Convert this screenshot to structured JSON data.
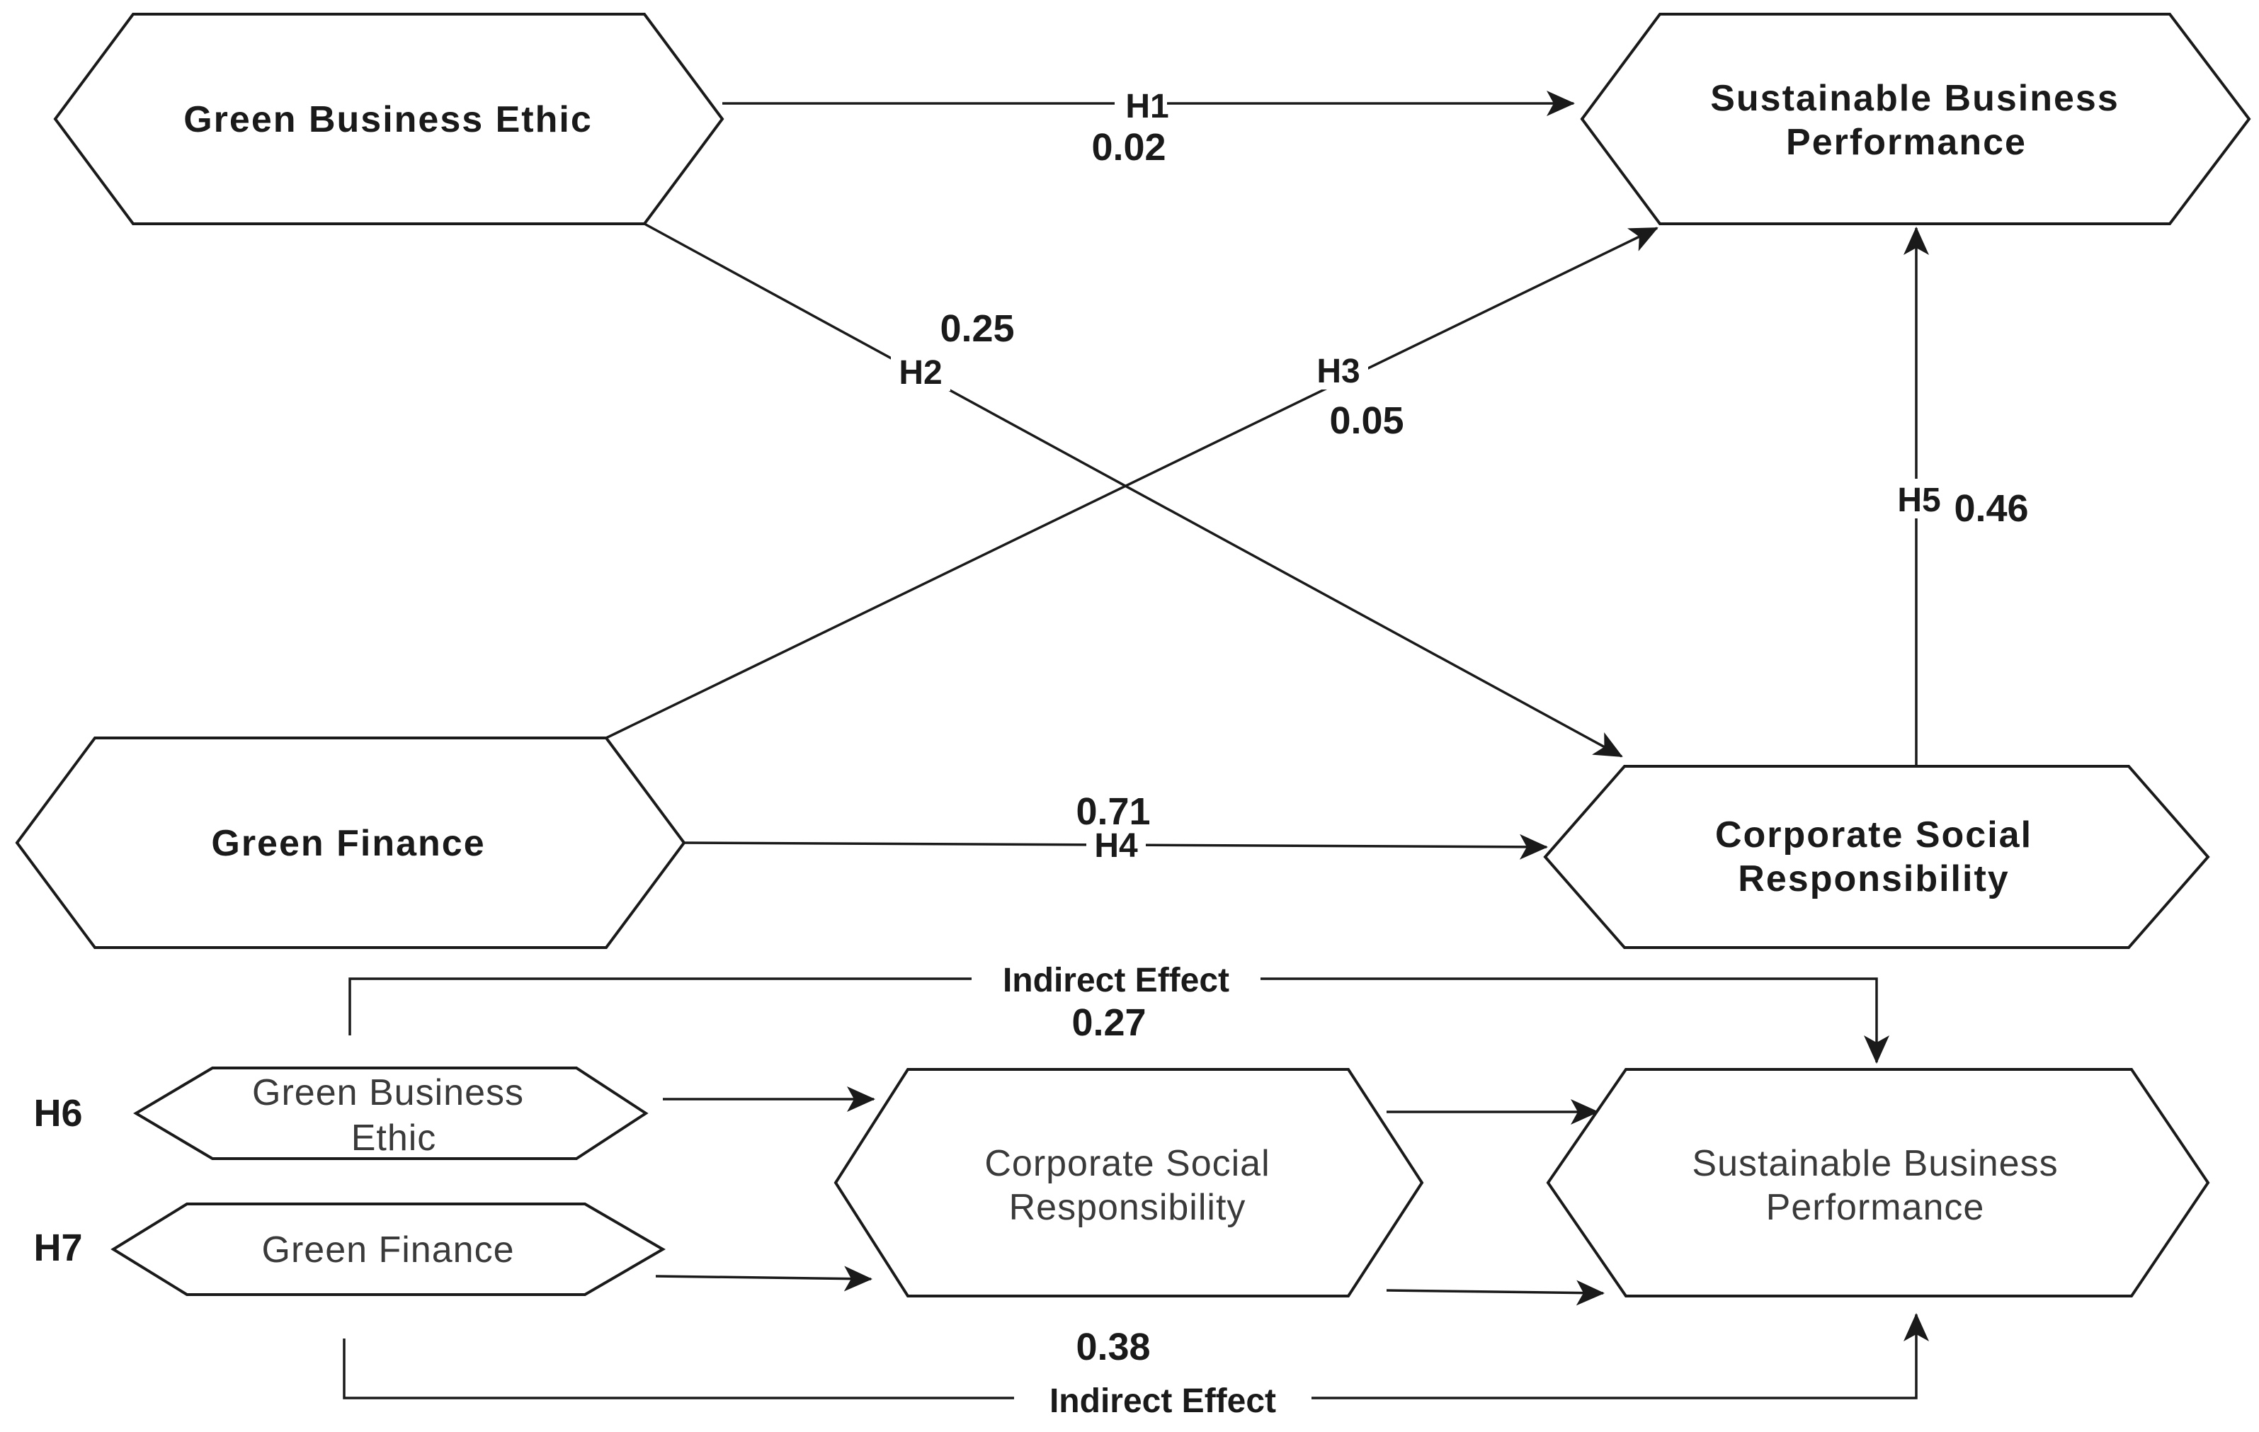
{
  "nodes": {
    "gbe_top": "Green Business Ethic",
    "sbp_top_line1": "Sustainable Business",
    "sbp_top_line2": "Performance",
    "gf_top": "Green Finance",
    "csr_top_line1": "Corporate Social",
    "csr_top_line2": "Responsibility",
    "gbe_bottom_line1": "Green Business",
    "gbe_bottom_line2": "Ethic",
    "gf_bottom": "Green Finance",
    "csr_bottom_line1": "Corporate Social",
    "csr_bottom_line2": "Responsibility",
    "sbp_bottom_line1": "Sustainable Business",
    "sbp_bottom_line2": "Performance"
  },
  "paths": {
    "h1_label": "H1",
    "h1_value": "0.02",
    "h2_label": "H2",
    "h2_value": "0.25",
    "h3_label": "H3",
    "h3_value": "0.05",
    "h4_label": "H4",
    "h4_value": "0.71",
    "h5_label": "H5",
    "h5_value": "0.46"
  },
  "indirect": {
    "h6_label": "H6",
    "h7_label": "H7",
    "upper_label": "Indirect Effect",
    "upper_value": "0.27",
    "lower_label": "Indirect Effect",
    "lower_value": "0.38"
  }
}
